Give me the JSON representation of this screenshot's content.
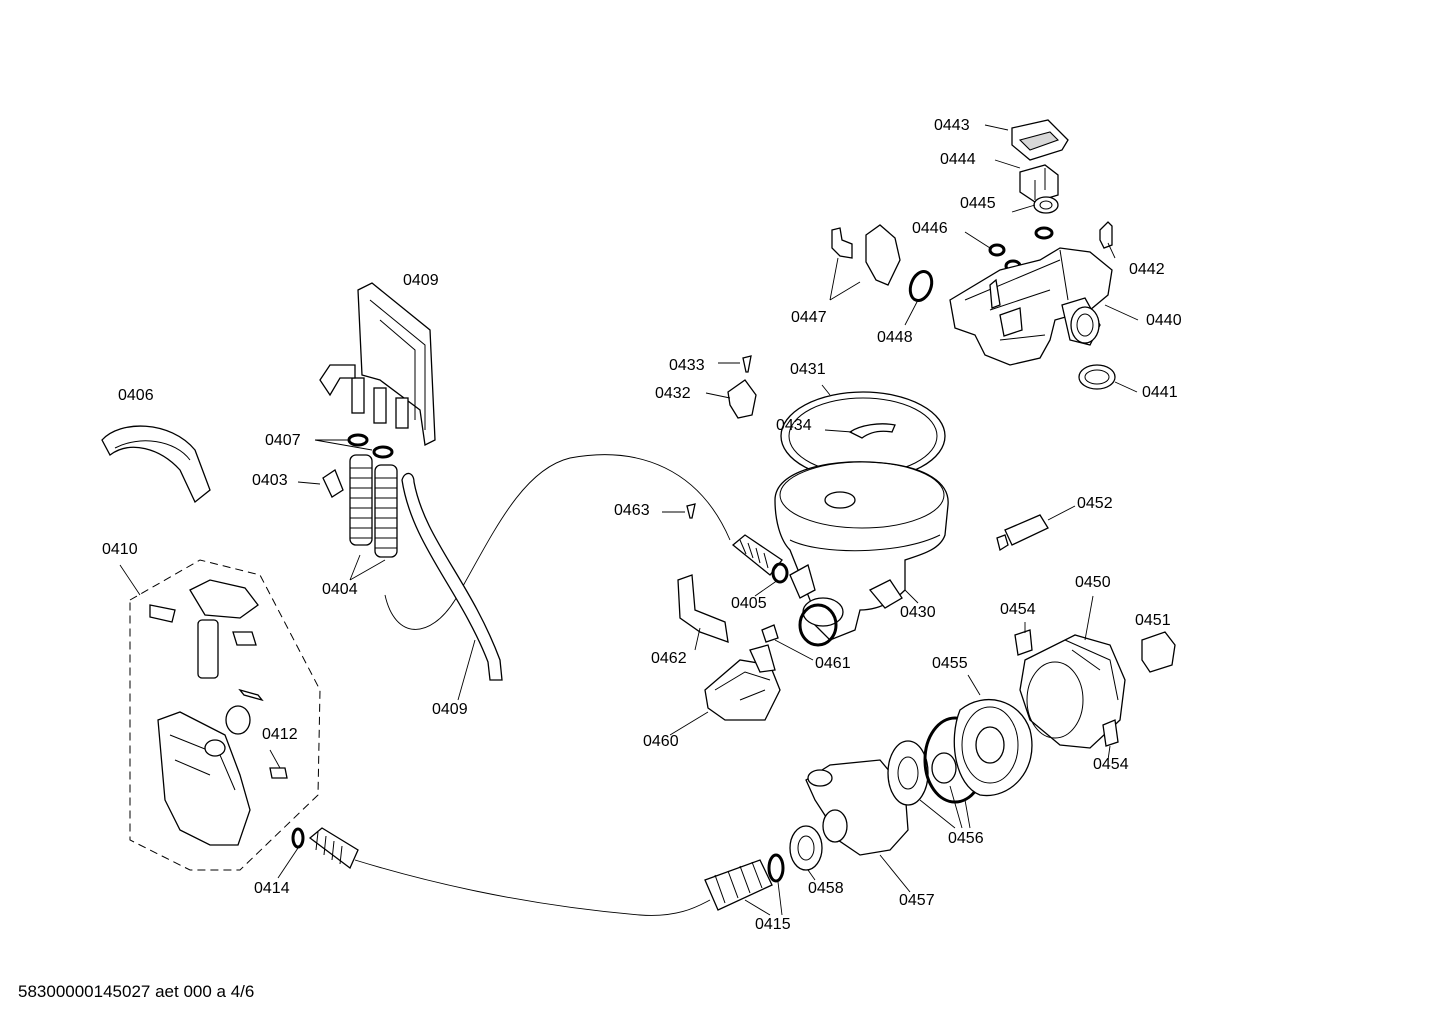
{
  "diagram": {
    "footer": "58300000145027 aet 000 a 4/6",
    "labels": {
      "p0443": "0443",
      "p0444": "0444",
      "p0445": "0445",
      "p0446": "0446",
      "p0442": "0442",
      "p0447": "0447",
      "p0448": "0448",
      "p0440": "0440",
      "p0433": "0433",
      "p0431": "0431",
      "p0432": "0432",
      "p0441": "0441",
      "p0409a": "0409",
      "p0406": "0406",
      "p0434": "0434",
      "p0407": "0407",
      "p0403": "0403",
      "p0463": "0463",
      "p0452": "0452",
      "p0410": "0410",
      "p0404": "0404",
      "p0405": "0405",
      "p0430": "0430",
      "p0450": "0450",
      "p0454a": "0454",
      "p0451": "0451",
      "p0462": "0462",
      "p0461": "0461",
      "p0455": "0455",
      "p0409b": "0409",
      "p0460": "0460",
      "p0412": "0412",
      "p0454b": "0454",
      "p0456": "0456",
      "p0414": "0414",
      "p0458": "0458",
      "p0457": "0457",
      "p0415": "0415"
    }
  }
}
